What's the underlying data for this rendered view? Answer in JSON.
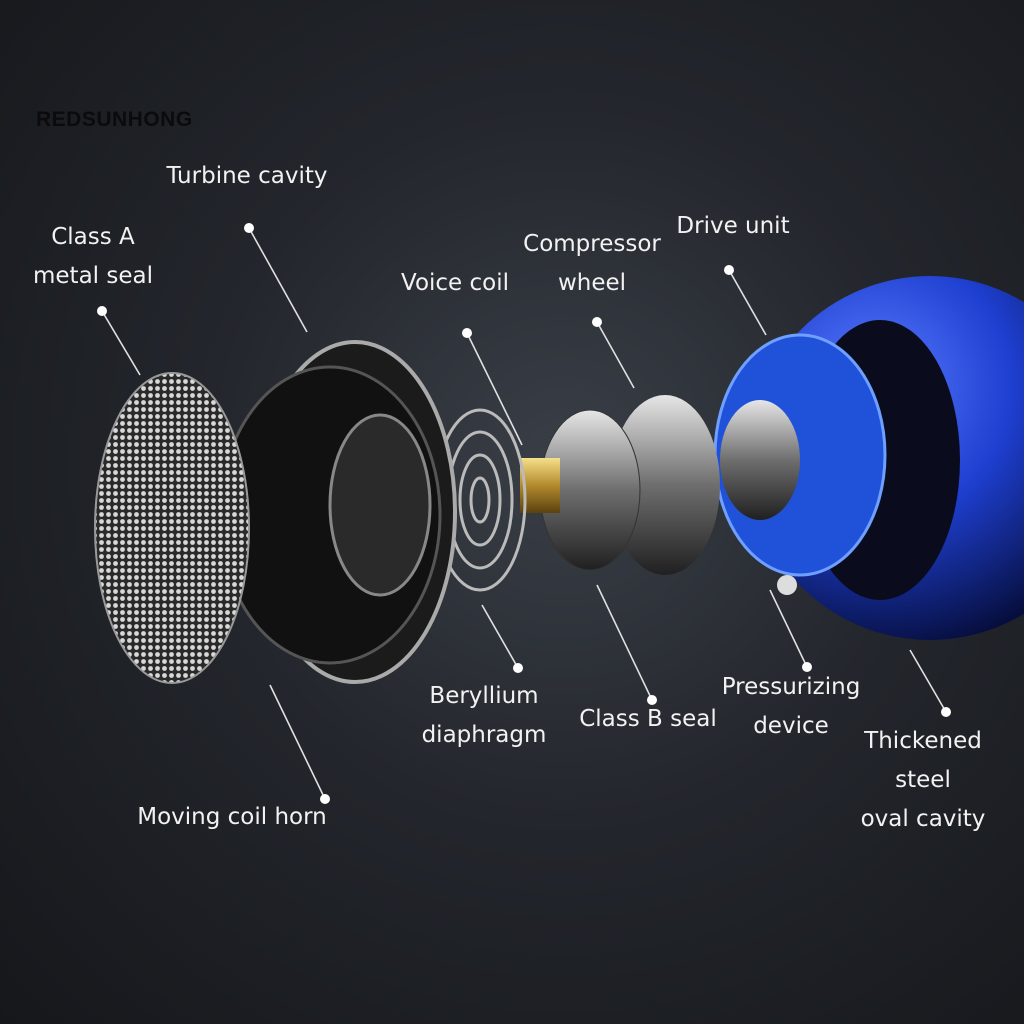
{
  "brand": "REDSUNHONG",
  "colors": {
    "background": "#23262c",
    "label": "#f2f2f2",
    "accent_blue": "#1e3fd0"
  },
  "labels": [
    {
      "id": "turbine-cavity",
      "lines": [
        "Turbine cavity"
      ]
    },
    {
      "id": "class-a-metal-seal",
      "lines": [
        "Class A",
        "metal seal"
      ]
    },
    {
      "id": "voice-coil",
      "lines": [
        "Voice coil"
      ]
    },
    {
      "id": "compressor-wheel",
      "lines": [
        "Compressor",
        "wheel"
      ]
    },
    {
      "id": "drive-unit",
      "lines": [
        "Drive unit"
      ]
    },
    {
      "id": "beryllium-diaphragm",
      "lines": [
        "Beryllium",
        "diaphragm"
      ]
    },
    {
      "id": "class-b-seal",
      "lines": [
        "Class B seal"
      ]
    },
    {
      "id": "pressurizing-device",
      "lines": [
        "Pressurizing",
        "device"
      ]
    },
    {
      "id": "thickened-steel-oval-cavity",
      "lines": [
        "Thickened",
        "steel",
        "oval cavity"
      ]
    },
    {
      "id": "moving-coil-horn",
      "lines": [
        "Moving coil horn"
      ]
    }
  ]
}
